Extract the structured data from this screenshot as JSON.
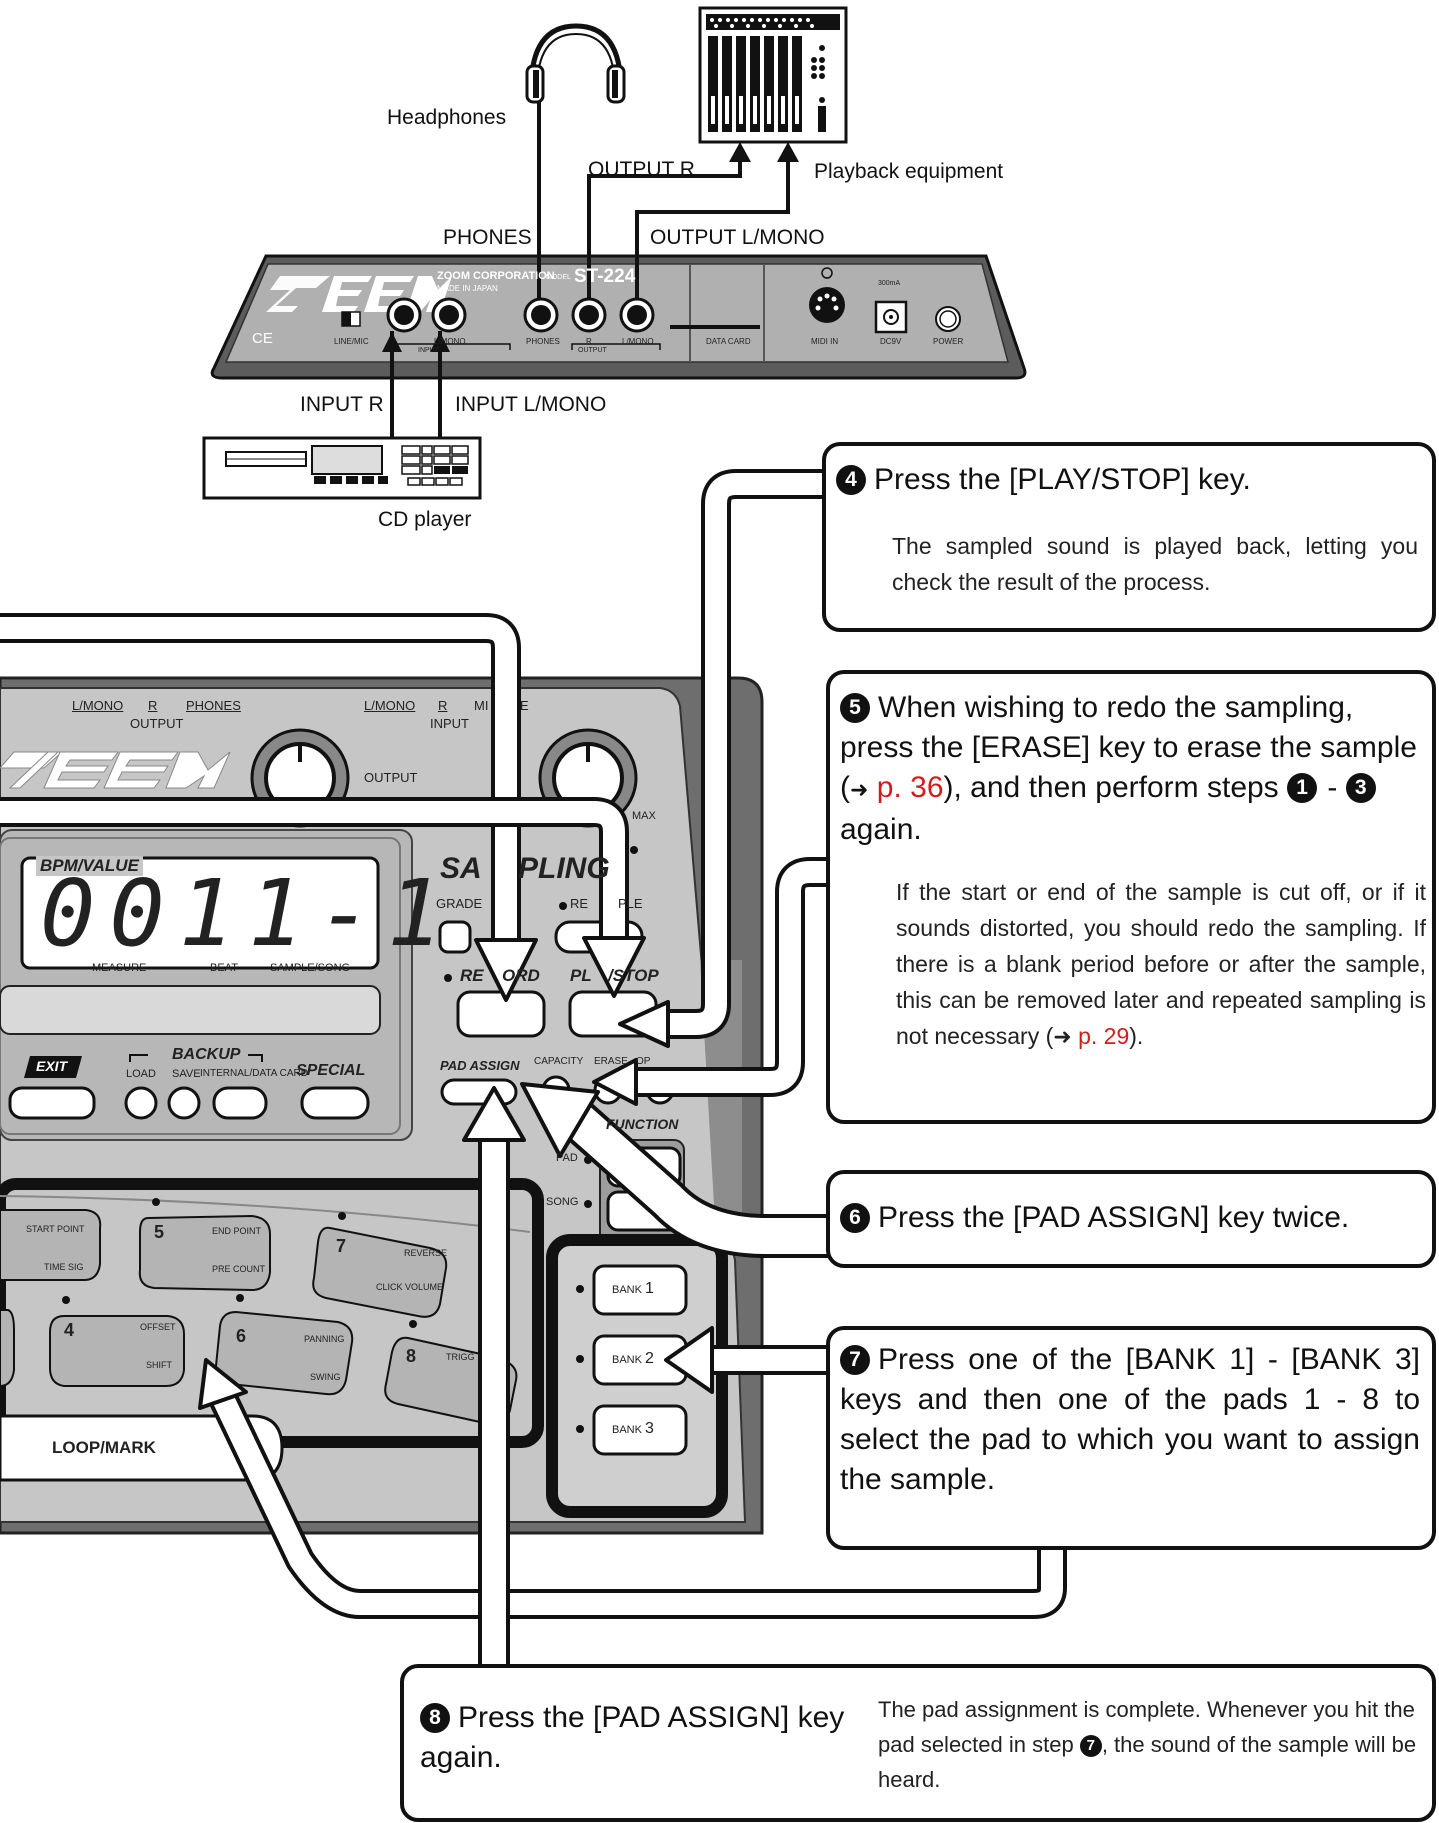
{
  "connections": {
    "headphones": "Headphones",
    "output_r": "OUTPUT R",
    "playback": "Playback equipment",
    "phones": "PHONES",
    "output_lmono": "OUTPUT L/MONO",
    "input_r": "INPUT R",
    "input_lmono": "INPUT L/MONO",
    "cd_player": "CD player"
  },
  "rear_panel": {
    "brand": "ZOOM CORPORATION",
    "made": "MADE IN JAPAN",
    "model_prefix": "MODEL",
    "model": "ST-224",
    "ce": "CE",
    "line_mic": "LINE/MIC",
    "input_l_mono": "L/MONO",
    "input_group": "INPUT",
    "phones": "PHONES",
    "r": "R",
    "l_mono": "L/MONO",
    "output_group": "OUTPUT",
    "data_card": "DATA CARD",
    "midi_in": "MIDI IN",
    "rating": "300mA",
    "dc9v": "DC9V",
    "power": "POWER"
  },
  "front_panel": {
    "out_lmono": "L/MONO",
    "out_r": "R",
    "out_phones": "PHONES",
    "output": "OUTPUT",
    "in_lmono": "L/MONO",
    "in_r": "R",
    "in_mi": "MI",
    "in_e": "E",
    "input": "INPUT",
    "output_knob": "OUTPUT",
    "max": "MAX",
    "bpm_value": "BPM/VALUE",
    "display": "0011-1",
    "measure": "MEASURE",
    "beat": "BEAT",
    "sample_song": "SAMPLE/SONG",
    "sampling_a": "SA",
    "sampling_b": "PLING",
    "grade": "GRADE",
    "rec_sample": "RE",
    "rec_sample_b": "PLE",
    "record_a": "RE",
    "record_b": "ORD",
    "play_a": "PL",
    "play_b": "/STOP",
    "exit": "EXIT",
    "backup": "BACKUP",
    "load": "LOAD",
    "save": "SAVE",
    "internal_card": "INTERNAL/DATA CARD",
    "special": "SPECIAL",
    "pad_assign": "PAD ASSIGN",
    "capacity": "CAPACITY",
    "erase": "ERASE",
    "op": "OP",
    "function": "FUNCTION",
    "pad": "PAD",
    "song": "SONG",
    "pads": [
      {
        "num": "",
        "top": "START POINT",
        "bottom": "TIME SIG"
      },
      {
        "num": "5",
        "top": "END POINT",
        "bottom": "PRE COUNT"
      },
      {
        "num": "7",
        "top": "REVERSE",
        "bottom": "CLICK VOLUME"
      },
      {
        "num": "4",
        "top": "OFFSET",
        "bottom": "SHIFT"
      },
      {
        "num": "6",
        "top": "PANNING",
        "bottom": "SWING"
      },
      {
        "num": "8",
        "top": "TRIGG",
        "bottom": ""
      }
    ],
    "bank": "BANK",
    "banks": [
      "1",
      "2",
      "3"
    ],
    "loop_mark": "LOOP/MARK"
  },
  "steps": {
    "s4": {
      "n": "4",
      "title": "Press the [PLAY/STOP] key.",
      "body": "The sampled sound is played back, letting you check the result of the process."
    },
    "s5": {
      "n": "5",
      "title_a": "When wishing to redo the sampling, press the [ERASE] key to erase the sample (",
      "title_ref": "p. 36",
      "title_b": "), and then perform steps",
      "step_from": "1",
      "dash": "-",
      "step_to": "3",
      "title_c": "again.",
      "body_a": "If the start or end of the sample is cut off, or if it sounds distorted, you should redo the sampling. If there is a blank period before or after the sample, this can be removed later and repeated sampling is not necessary (",
      "body_ref": "p. 29",
      "body_b": ")."
    },
    "s6": {
      "n": "6",
      "title": "Press the [PAD ASSIGN] key twice."
    },
    "s7": {
      "n": "7",
      "title": "Press one of the [BANK 1] - [BANK 3] keys and then one of the pads 1 - 8 to select the pad to which you want to assign the sample."
    },
    "s8": {
      "n": "8",
      "title": "Press the [PAD ASSIGN] key again.",
      "body_a": "The pad assignment is complete. Whenever you hit the pad selected in step",
      "body_ref": "7",
      "body_b": ", the sound of the sample will be heard."
    }
  },
  "colors": {
    "ink": "#111111",
    "panel": "#c8c8c8",
    "panel_dark": "#6e6e6e",
    "ref": "#d21d1d"
  }
}
